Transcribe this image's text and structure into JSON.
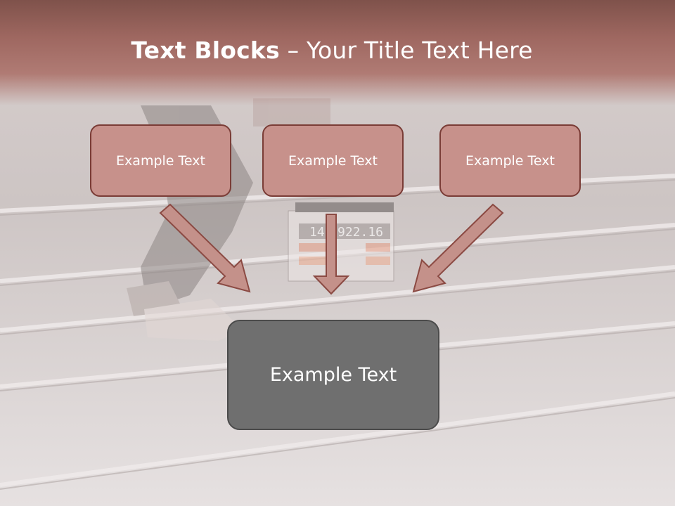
{
  "title": {
    "bold": "Text Blocks",
    "dash": " – ",
    "rest": "Your Title Text Here"
  },
  "blocks": [
    {
      "label": "Example Text"
    },
    {
      "label": "Example Text"
    },
    {
      "label": "Example Text"
    }
  ],
  "main_block": {
    "label": "Example Text"
  },
  "colors": {
    "title_band": "#9e6760",
    "block_fill": "#c7918b",
    "block_border": "#7a3c36",
    "main_fill": "#6f6f6f",
    "arrow": "#c4918a"
  },
  "background": {
    "slate_text_1": "14",
    "slate_text_2": "922.16"
  }
}
